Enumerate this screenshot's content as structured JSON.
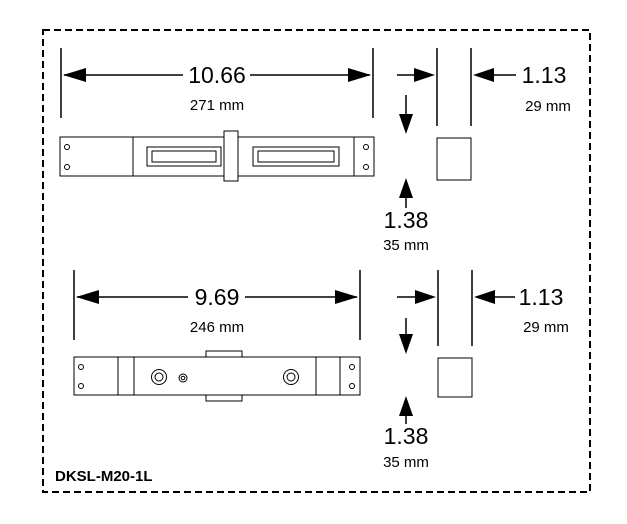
{
  "top": {
    "length_in": "10.66",
    "length_mm": "271 mm",
    "depth_in": "1.13",
    "depth_mm": "29 mm",
    "height_in": "1.38",
    "height_mm": "35 mm"
  },
  "bottom": {
    "length_in": "9.69",
    "length_mm": "246 mm",
    "depth_in": "1.13",
    "depth_mm": "29 mm",
    "height_in": "1.38",
    "height_mm": "35 mm"
  },
  "model": "DKSL-M20-1L"
}
